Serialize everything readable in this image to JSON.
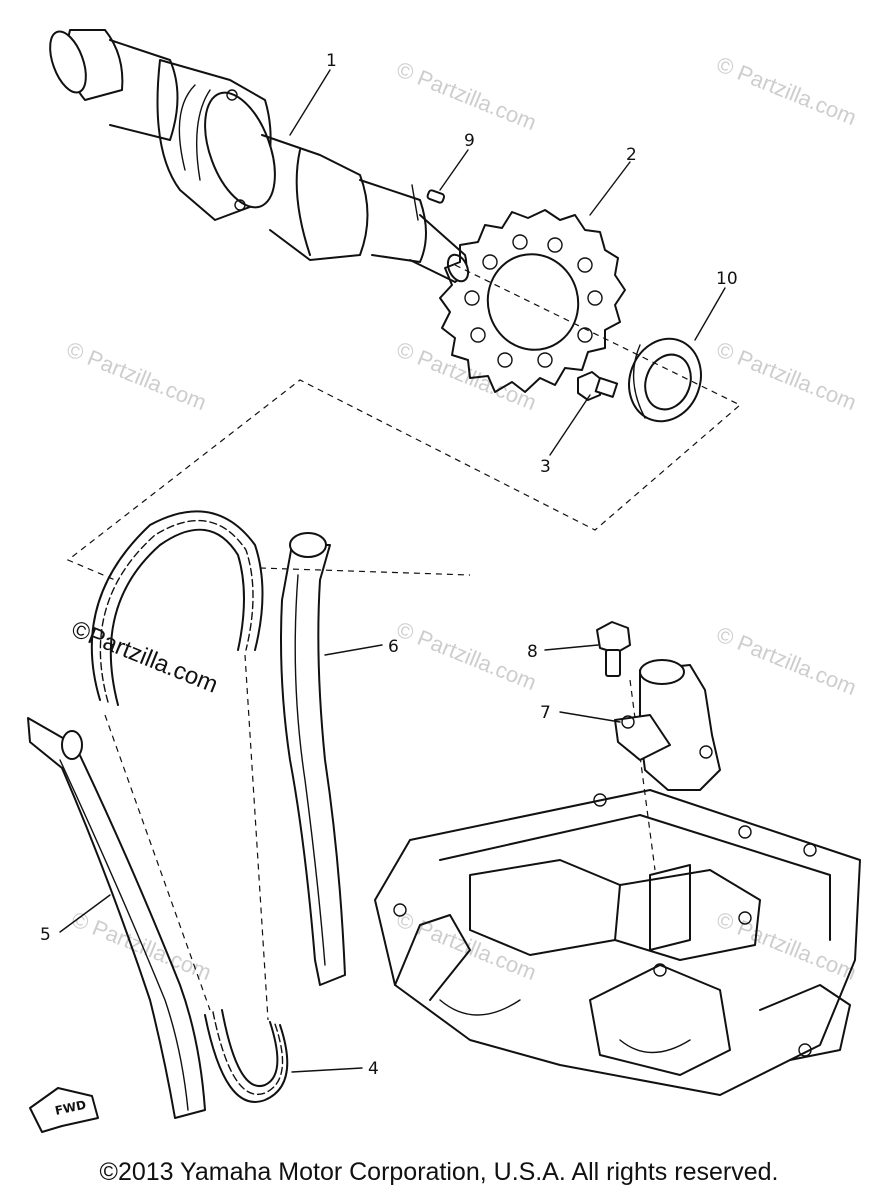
{
  "diagram": {
    "callouts": [
      {
        "id": "1",
        "text": "1"
      },
      {
        "id": "2",
        "text": "2"
      },
      {
        "id": "3",
        "text": "3"
      },
      {
        "id": "4",
        "text": "4"
      },
      {
        "id": "5",
        "text": "5"
      },
      {
        "id": "6",
        "text": "6"
      },
      {
        "id": "7",
        "text": "7"
      },
      {
        "id": "8",
        "text": "8"
      },
      {
        "id": "9",
        "text": "9"
      },
      {
        "id": "10",
        "text": "10"
      }
    ],
    "watermark": "© Partzilla.com",
    "watermark_bold": "©Partzilla.com",
    "direction_label": "FWD"
  },
  "footer": {
    "copyright": "©2013 Yamaha Motor Corporation, U.S.A. All rights reserved."
  }
}
